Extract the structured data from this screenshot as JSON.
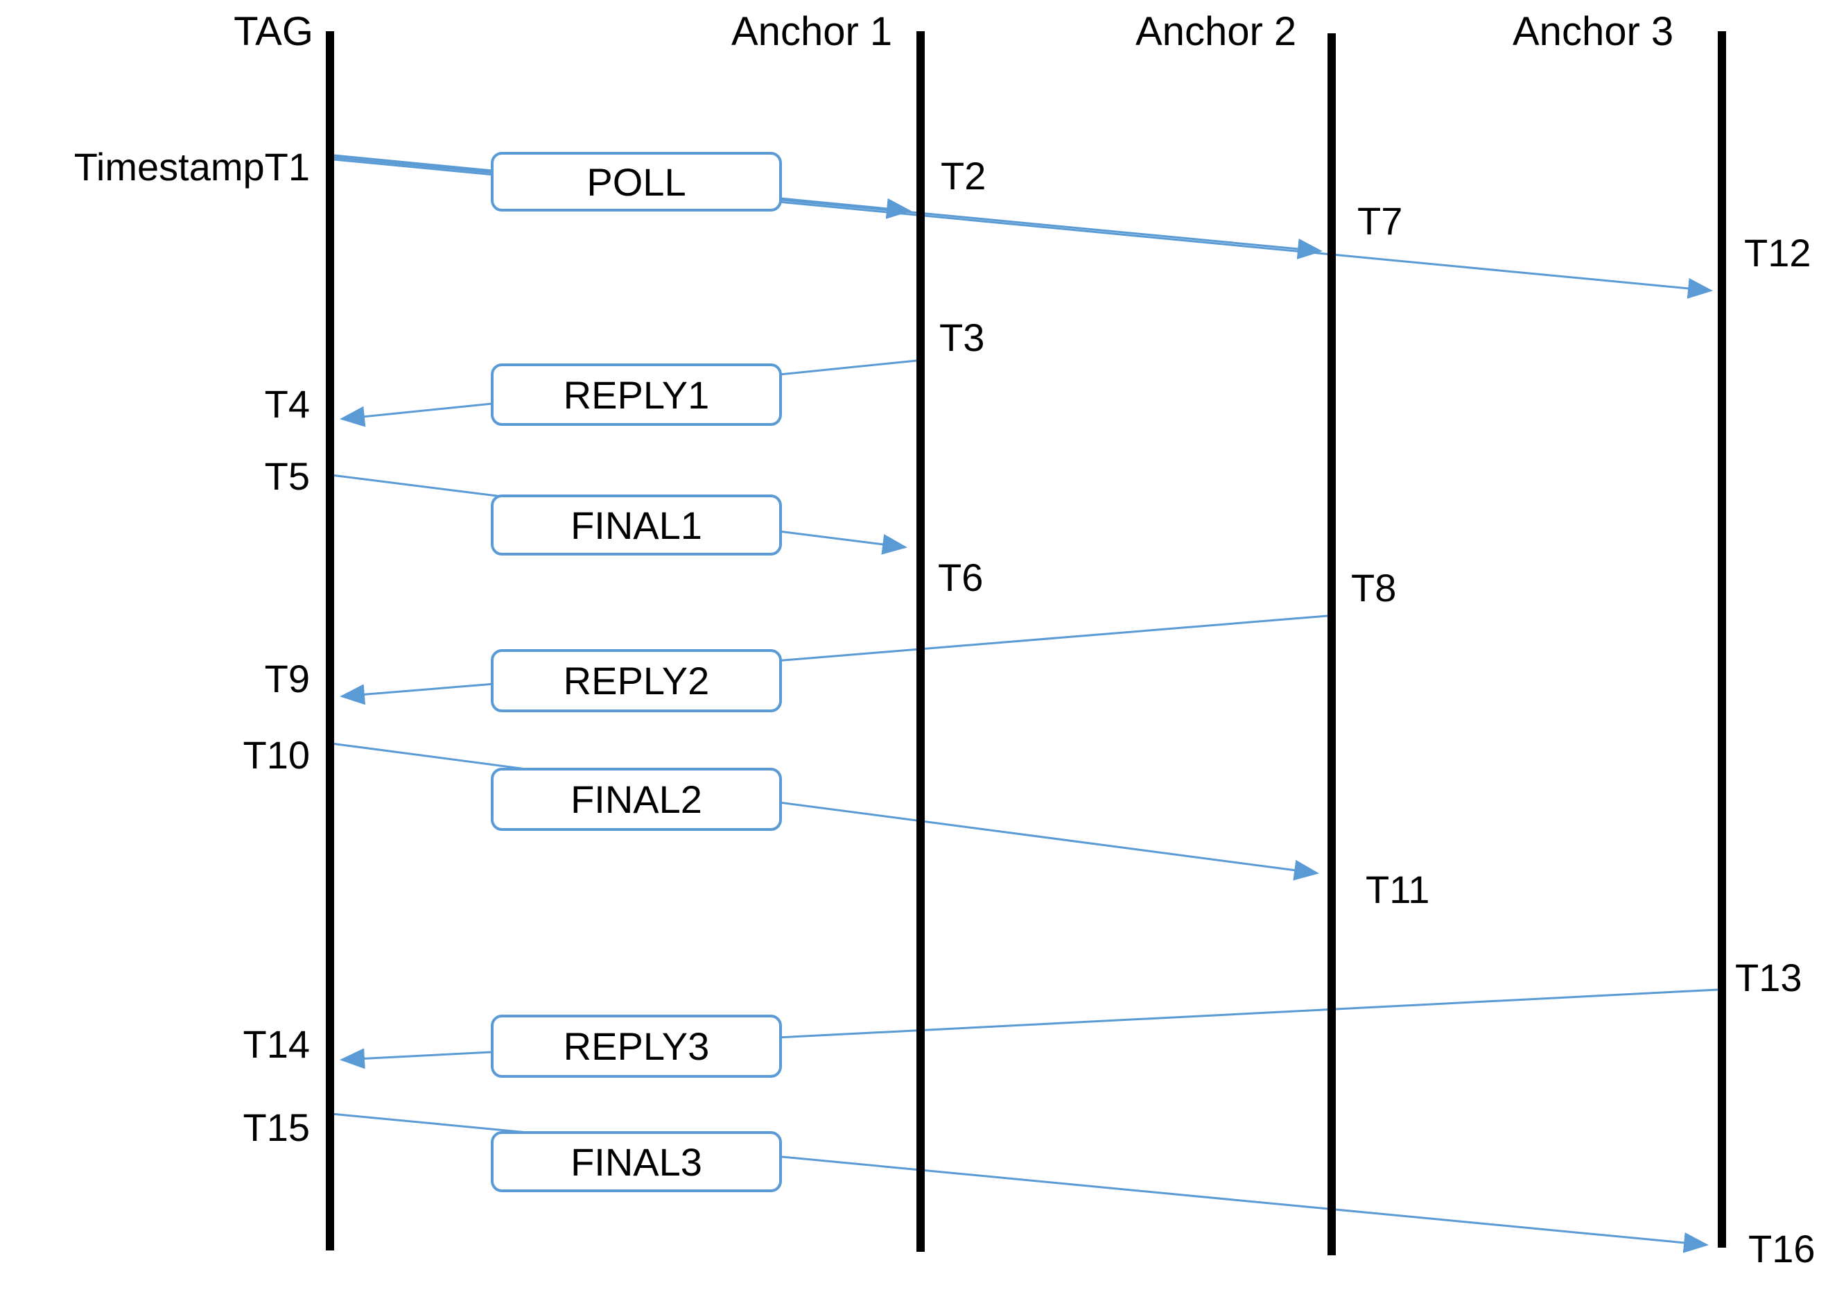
{
  "lifelines": [
    {
      "label": "TAG"
    },
    {
      "label": "Anchor 1"
    },
    {
      "label": "Anchor 2"
    },
    {
      "label": "Anchor 3"
    }
  ],
  "messages": [
    {
      "label": "POLL"
    },
    {
      "label": "REPLY1"
    },
    {
      "label": "FINAL1"
    },
    {
      "label": "REPLY2"
    },
    {
      "label": "FINAL2"
    },
    {
      "label": "REPLY3"
    },
    {
      "label": "FINAL3"
    }
  ],
  "timestamps": [
    {
      "label": "TimestampT1"
    },
    {
      "label": "T2"
    },
    {
      "label": "T3"
    },
    {
      "label": "T4"
    },
    {
      "label": "T5"
    },
    {
      "label": "T6"
    },
    {
      "label": "T7"
    },
    {
      "label": "T8"
    },
    {
      "label": "T9"
    },
    {
      "label": "T10"
    },
    {
      "label": "T11"
    },
    {
      "label": "T12"
    },
    {
      "label": "T13"
    },
    {
      "label": "T14"
    },
    {
      "label": "T15"
    },
    {
      "label": "T16"
    }
  ],
  "colors": {
    "accent": "#5B9BD5",
    "lifeline": "#000000",
    "text": "#000000"
  }
}
